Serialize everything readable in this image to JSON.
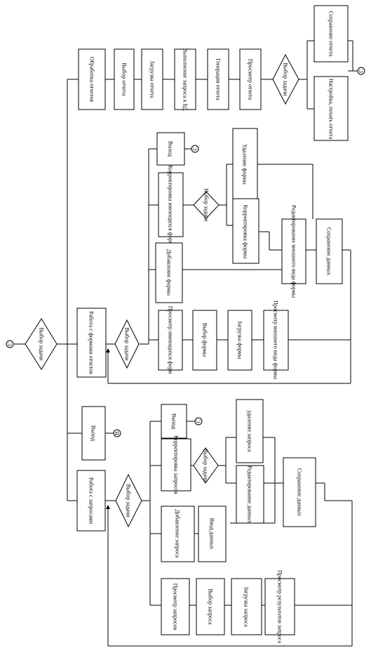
{
  "diagram": {
    "root": {
      "decision": "Выбор задачи",
      "start_symbol": "С"
    },
    "branches": {
      "reports": {
        "title": "Обработка отчетов",
        "steps": [
          "Выбор отчета",
          "Загрузка отчета",
          "Выполнение запроса к БД",
          "Генерация отчета",
          "Просмотр отчета"
        ],
        "decision": "Выбор задачи",
        "options": [
          "Сохранение отчета",
          "Настройка, печать отчета"
        ],
        "end_symbol": "С"
      },
      "forms": {
        "title": "Работа с формами отчетов",
        "decision": "Выбор задачи",
        "exit": "Выход",
        "exit_symbol": "С",
        "edit": "Корректировка имеющихся форм",
        "edit_decision": "Выбор задачи",
        "delete": "Удаление формы",
        "correct": "Корректировка формы",
        "add": "Добавление формы",
        "edit_appearance": "Редактирование внешнего вида формы",
        "save": "Сохранение данных",
        "view": "Просмотр имеющихся форм",
        "view_steps": [
          "Выбор формы",
          "Загрузка формы",
          "Просмотр внешнего вида формы"
        ]
      },
      "exit": {
        "title": "Выход",
        "end_symbol": "В"
      },
      "queries": {
        "title": "Работа с запросами",
        "decision": "Выбор задачи",
        "exit": "Выход",
        "exit_symbol": "С",
        "edit": "Корректировка запросов",
        "edit_decision": "Выбор задачи",
        "delete": "удаление запроса",
        "edit_data": "Редактирование данных",
        "save": "Сохранение данных",
        "add": "Добавление запроса",
        "input": "Ввод данных",
        "view": "Просмотр запросов",
        "view_steps": [
          "Выбор запроса",
          "Загрузка запроса",
          "Просмотр результатов запроса"
        ]
      }
    }
  }
}
